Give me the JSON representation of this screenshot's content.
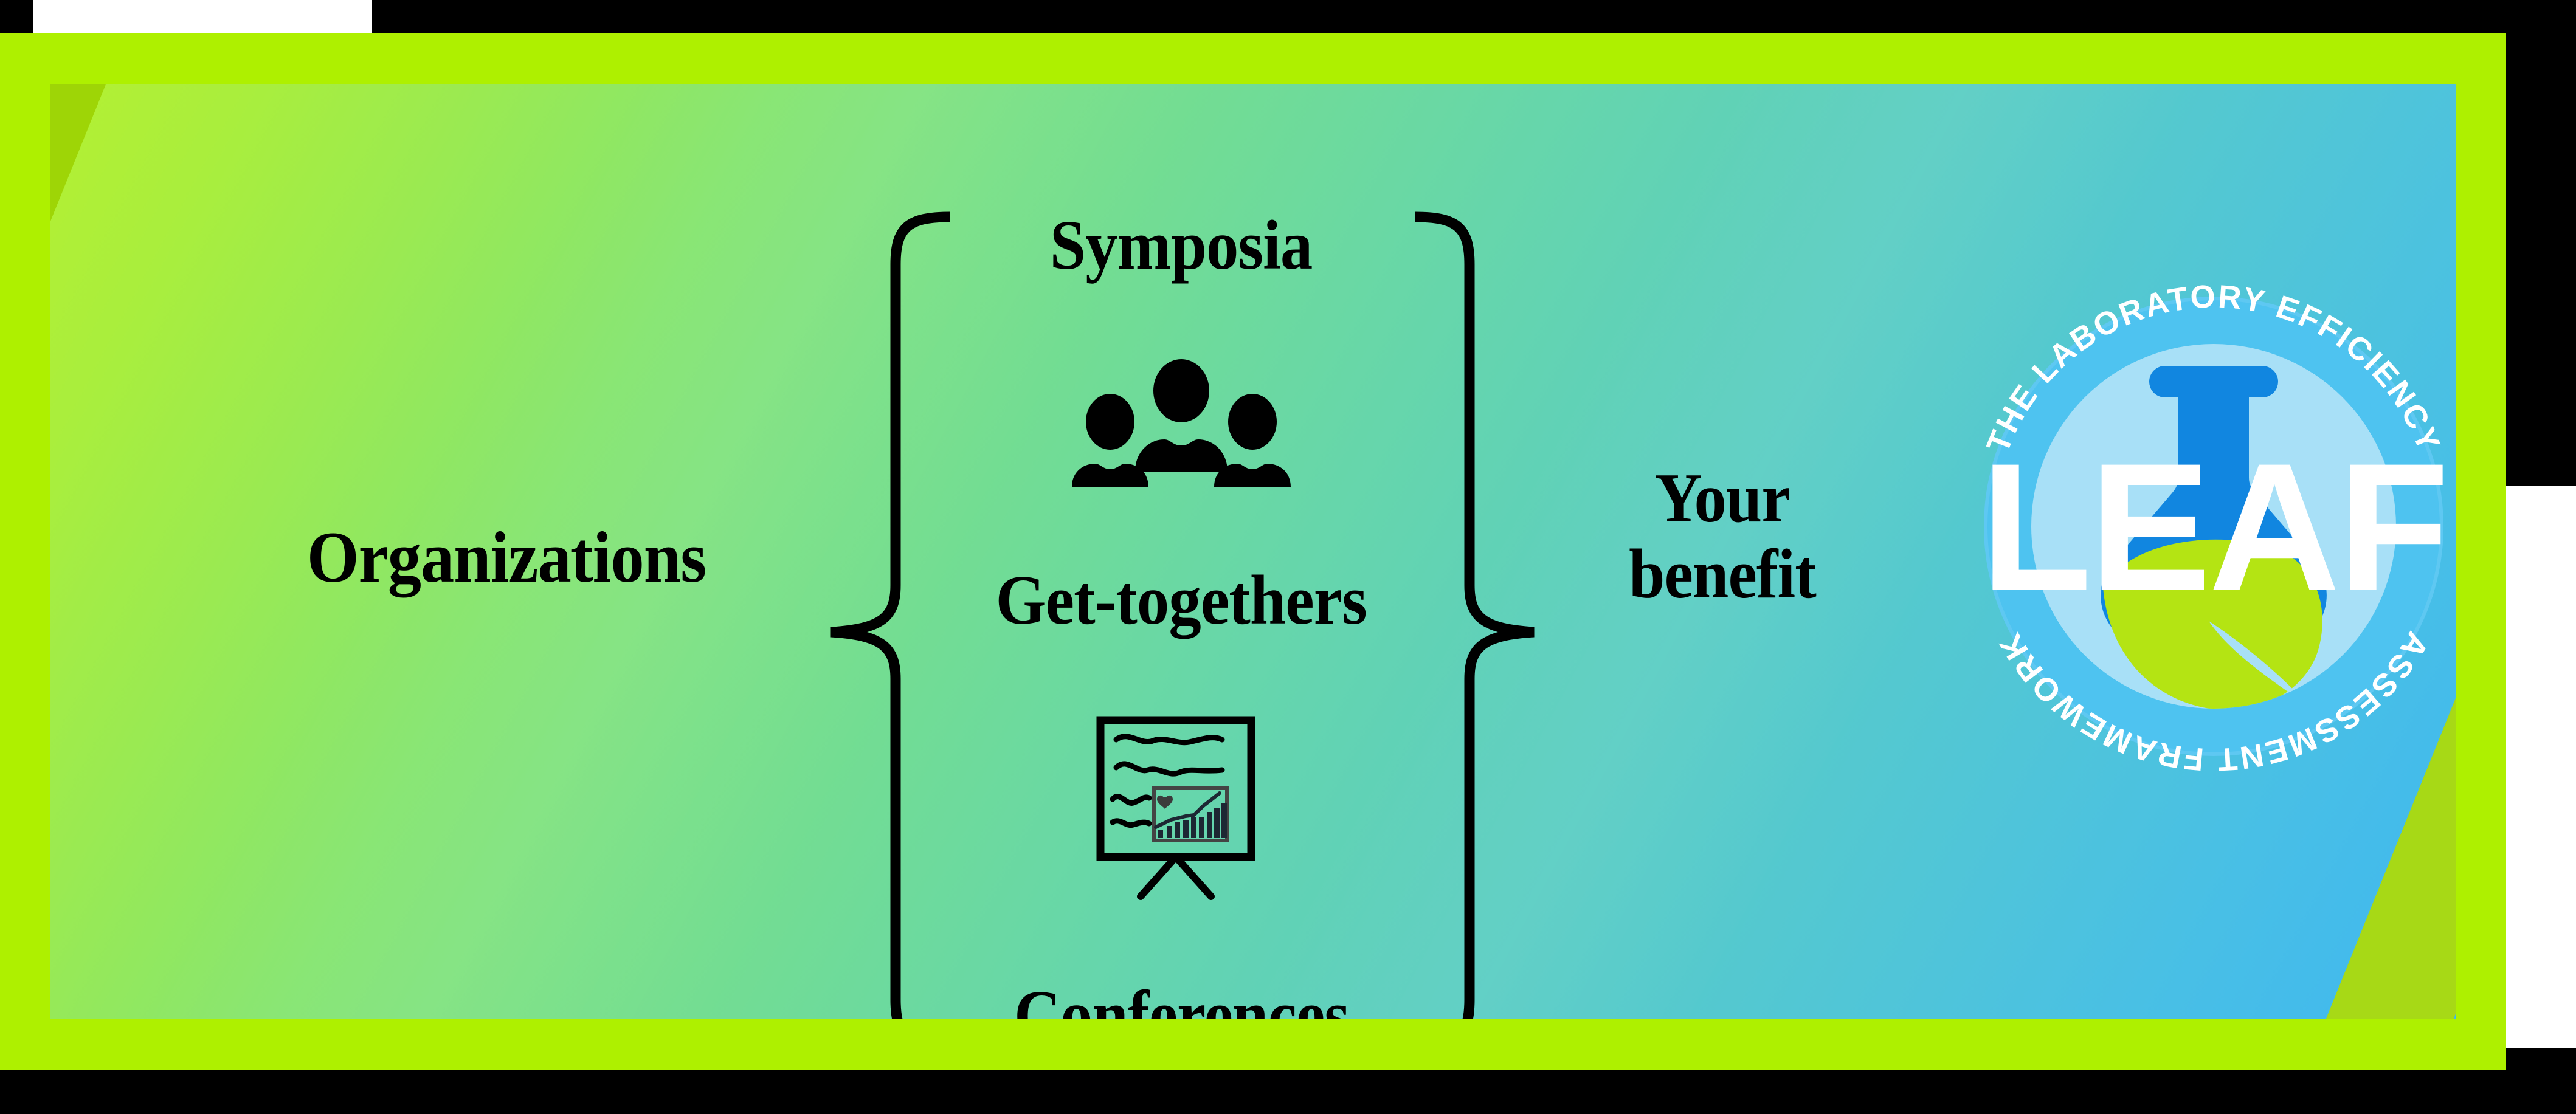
{
  "slide": {
    "left_label": "Organizations",
    "right_label_line1": "Your",
    "right_label_line2": "benefit",
    "brace_open": "{",
    "brace_close": "}",
    "items": [
      {
        "label": "Symposia",
        "icon": "people-group-icon"
      },
      {
        "label": "Get-togethers",
        "icon": "people-group-icon"
      },
      {
        "label": "Conferences",
        "icon": "presentation-board-chart-icon"
      }
    ]
  },
  "logo": {
    "wordmark": "LEAF",
    "ring_text_top": "THE LABORATORY EFFICIENCY",
    "ring_text_bottom": "ASSESSMENT FRAMEWORK",
    "ring_text_full": "THE LABORATORY EFFICIENCY ASSESSMENT FRAMEWORK",
    "icons": [
      "flask-icon",
      "leaf-icon"
    ]
  },
  "colors": {
    "frame_green": "#aef000",
    "panel_green": "#b4f032",
    "panel_blue": "#3fb7f0",
    "accent_dark_green": "#9ed506",
    "logo_ring_blue": "#4ec3f0",
    "logo_inner_blue": "#a8e0f7",
    "logo_flask_blue": "#1186e0",
    "logo_leaf_green": "#b4e413",
    "text_black": "#000000",
    "white": "#ffffff"
  }
}
